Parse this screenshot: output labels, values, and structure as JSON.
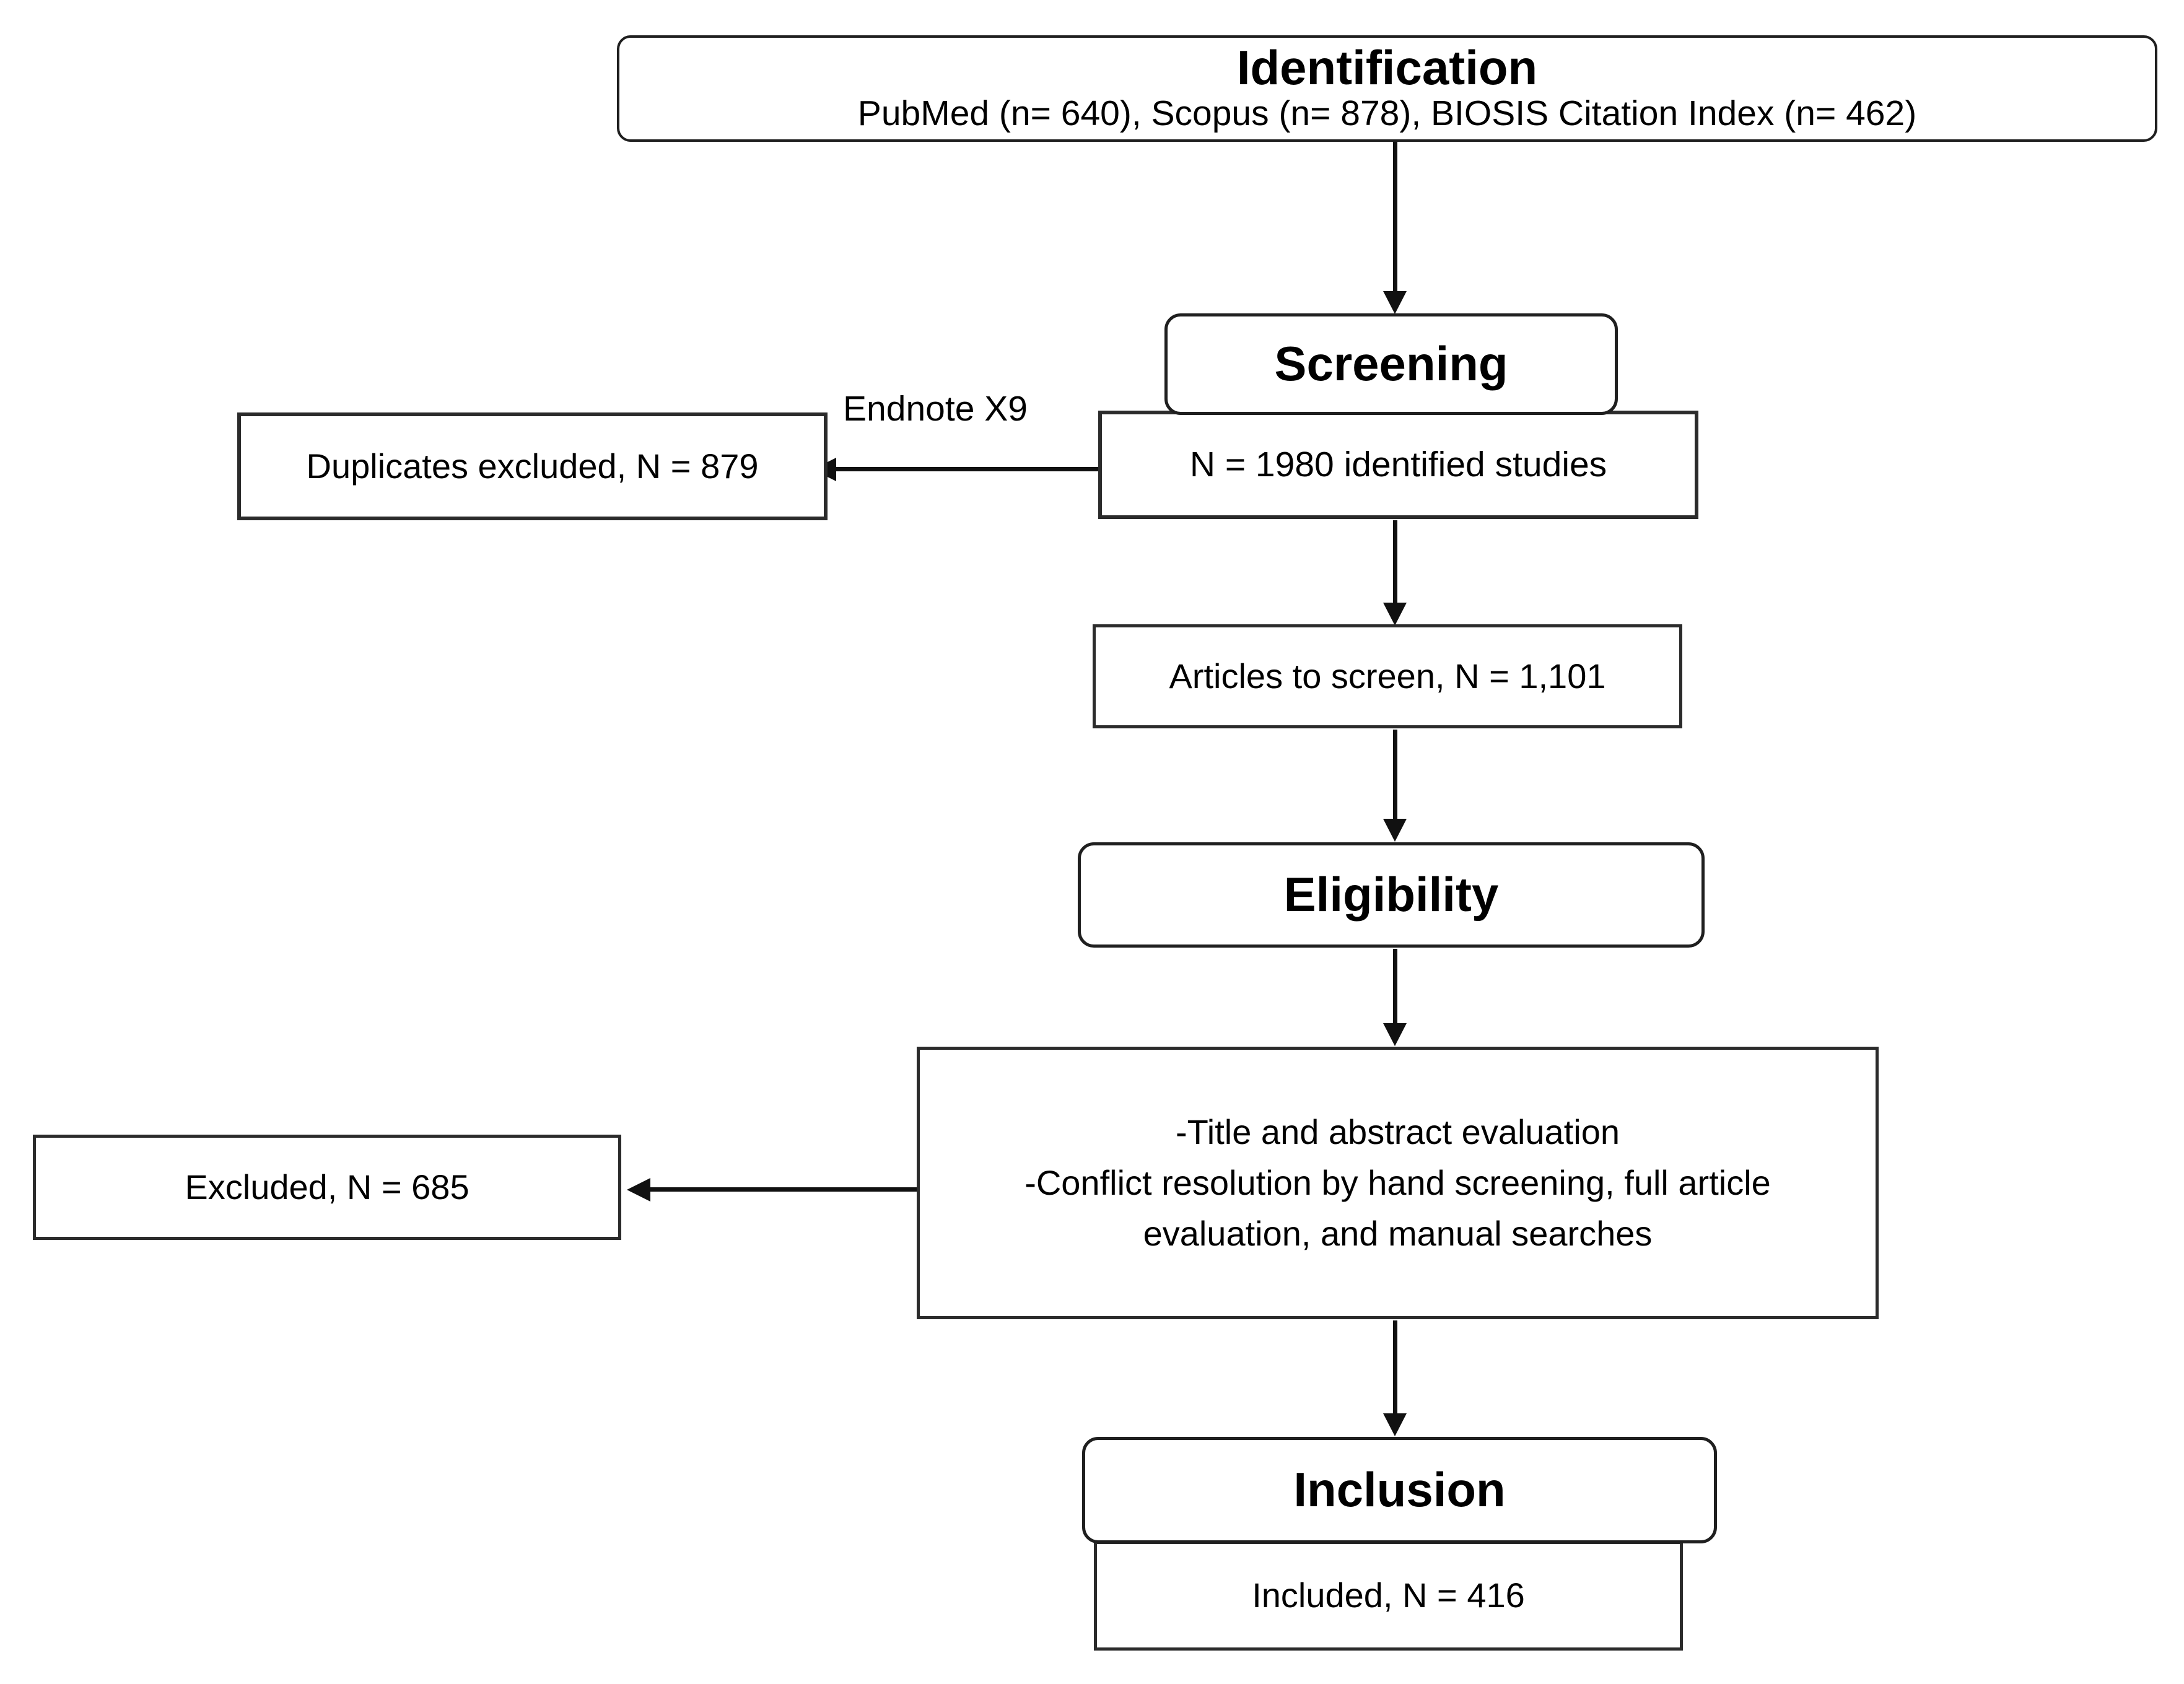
{
  "colors": {
    "background": "#ffffff",
    "line": "#111111",
    "border": "#2b2b2b",
    "text": "#000000"
  },
  "identification": {
    "header": "Identification",
    "sources": "PubMed (n= 640), Scopus (n= 878), BIOSIS Citation Index (n= 462)"
  },
  "screening": {
    "header": "Screening",
    "identified": "N = 1980 identified studies",
    "endnote_label": "Endnote X9",
    "duplicates_excluded": "Duplicates excluded, N = 879",
    "articles_to_screen": "Articles to screen, N = 1,101"
  },
  "eligibility": {
    "header": "Eligibility",
    "evaluation_lines": [
      "-Title and abstract evaluation",
      "-Conflict resolution by hand screening, full article",
      "evaluation, and manual searches"
    ],
    "excluded": "Excluded, N = 685"
  },
  "inclusion": {
    "header": "Inclusion",
    "included": "Included, N = 416"
  }
}
